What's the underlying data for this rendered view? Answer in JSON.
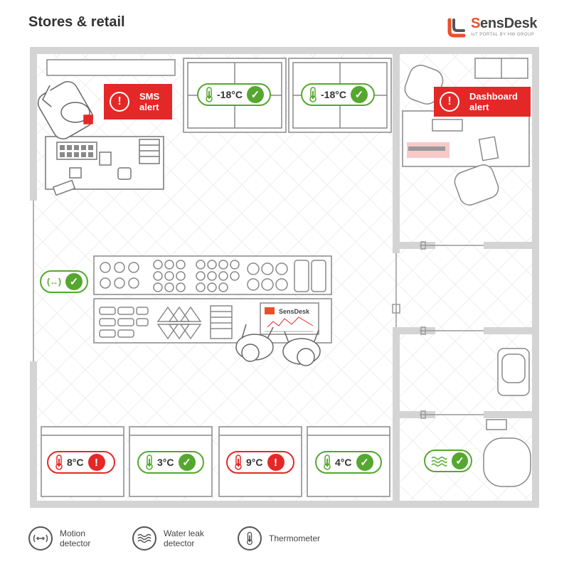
{
  "page": {
    "title": "Stores & retail"
  },
  "brand": {
    "name_accent": "S",
    "name_rest": "ensDesk",
    "tagline": "IoT PORTAL BY HW GROUP"
  },
  "colors": {
    "ok": "#55a72f",
    "alert": "#e42828",
    "wall": "#d4d4d4",
    "line": "#888888"
  },
  "alerts": [
    {
      "label": "SMS\nalert",
      "icon": "exclamation-icon"
    },
    {
      "label": "Dashboard\nalert",
      "icon": "exclamation-icon"
    }
  ],
  "sensors": {
    "freezer_1": {
      "value": "-18°C",
      "status": "ok",
      "icon": "thermometer-icon"
    },
    "freezer_2": {
      "value": "-18°C",
      "status": "ok",
      "icon": "thermometer-icon"
    },
    "motion": {
      "value": "(↔)",
      "status": "ok",
      "icon": "motion-detector-icon"
    },
    "fridge_1": {
      "value": "8°C",
      "status": "alert",
      "icon": "thermometer-icon"
    },
    "fridge_2": {
      "value": "3°C",
      "status": "ok",
      "icon": "thermometer-icon"
    },
    "fridge_3": {
      "value": "9°C",
      "status": "alert",
      "icon": "thermometer-icon"
    },
    "fridge_4": {
      "value": "4°C",
      "status": "ok",
      "icon": "thermometer-icon"
    },
    "water_leak": {
      "value": "",
      "status": "ok",
      "icon": "water-leak-icon"
    }
  },
  "status_glyphs": {
    "ok": "✓",
    "alert": "!"
  },
  "screen": {
    "brand": "SensDesk"
  },
  "legend": [
    {
      "label": "Motion\ndetector",
      "icon": "motion-detector-icon"
    },
    {
      "label": "Water leak\ndetector",
      "icon": "water-leak-icon"
    },
    {
      "label": "Thermometer",
      "icon": "thermometer-icon"
    }
  ]
}
